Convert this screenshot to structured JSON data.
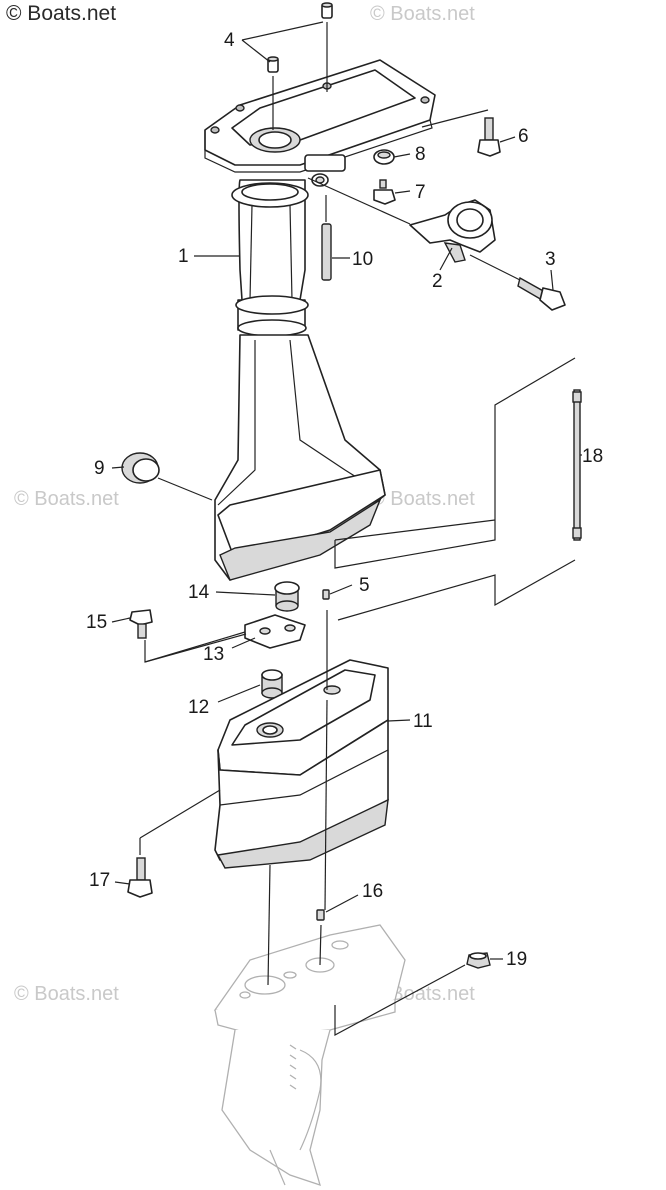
{
  "watermarks": {
    "top_left": "© Boats.net",
    "repeat": "© Boats.net"
  },
  "callouts": [
    "1",
    "2",
    "3",
    "4",
    "5",
    "6",
    "7",
    "8",
    "9",
    "10",
    "11",
    "12",
    "13",
    "14",
    "15",
    "16",
    "17",
    "18",
    "19"
  ]
}
